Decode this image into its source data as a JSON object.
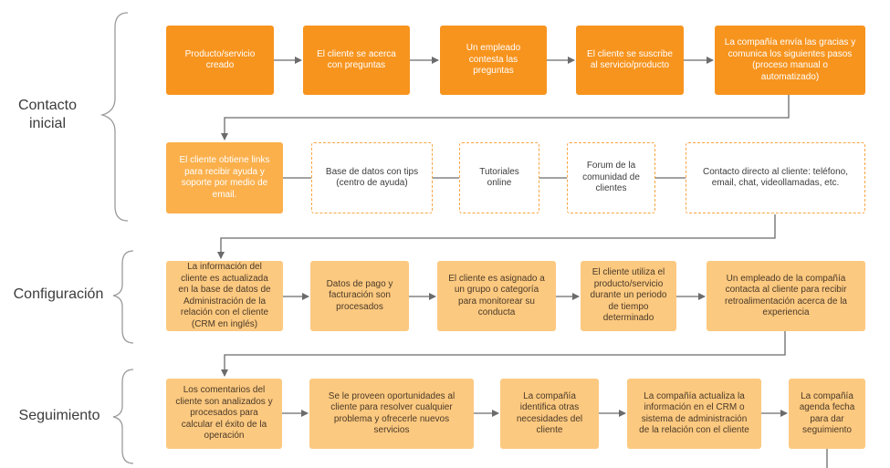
{
  "diagram": {
    "sections": [
      {
        "id": "contacto",
        "label": "Contacto\ninicial"
      },
      {
        "id": "configuracion",
        "label": "Configuración"
      },
      {
        "id": "seguimiento",
        "label": "Seguimiento"
      }
    ],
    "rows": [
      {
        "id": "row1",
        "steps": [
          "Producto/servicio\ncreado",
          "El cliente  se acerca\ncon preguntas",
          "Un empleado\ncontesta las\npreguntas",
          "El cliente se suscribe\nal servicio/producto",
          "La compañía envía las gracias y\ncomunica los siguientes pasos\n(proceso manual o\nautomatizado)"
        ]
      },
      {
        "id": "row2",
        "steps": [
          "El cliente obtiene links\npara recibir ayuda y\nsoporte por medio de\nemail.",
          "Base de datos con tips\n(centro de ayuda)",
          "Tutoriales\nonline",
          "Forum de la\ncomunidad de\nclientes",
          "Contacto directo al cliente: teléfono,\nemail, chat, videollamadas, etc."
        ]
      },
      {
        "id": "row3",
        "steps": [
          "La información del\ncliente es actualizada\nen la base de datos de\nAdministración de la\nrelación con el cliente\n(CRM en inglés)",
          "Datos de pago y\nfacturación son\nprocesados",
          "El cliente es asignado a\nun grupo o categoría\npara monitorear su\nconducta",
          "El cliente utiliza el\nproducto/servicio\ndurante un periodo\nde tiempo\ndeterminado",
          "Un empleado de la  compañía\ncontacta al cliente para recibir\nretroalimentación acerca de la\nexperiencia"
        ]
      },
      {
        "id": "row4",
        "steps": [
          "Los comentarios del\ncliente son analizados y\nprocesados para\ncalcular el éxito de la\noperación",
          "Se le proveen oportunidades al\ncliente para resolver cualquier\nproblema y ofrecerle nuevos\nservicios",
          "La compañía\nidentifica otras\nnecesidades del\ncliente",
          "La compañía actualiza la\ninformación en el CRM o\nsistema de administración\nde la relación con el cliente",
          "La compañía\nagenda fecha\npara dar\nseguimiento"
        ]
      }
    ],
    "colors": {
      "dark": "#F7941E",
      "mid": "#FBB04C",
      "light": "#FCC980",
      "dashed_border": "#F7A541",
      "line": "#7a7a7a",
      "brace": "#9a9a9a"
    }
  }
}
